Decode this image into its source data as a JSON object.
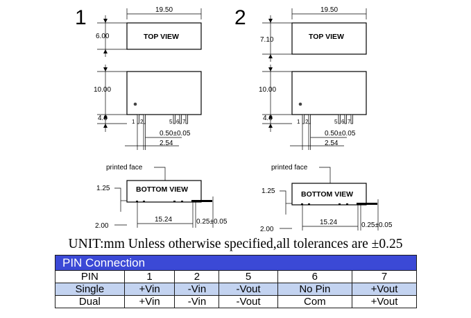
{
  "views": [
    {
      "number": "1",
      "top_width": "19.50",
      "top_height": "6.00",
      "top_label": "TOP VIEW",
      "body_height": "10.00",
      "pin_length": "4.0",
      "pin_labels": [
        "1",
        "2",
        "5",
        "6",
        "7"
      ],
      "pin_width": "0.50±0.05",
      "pin_pitch": "2.54",
      "printed_face": "printed face",
      "bottom_label": "BOTTOM VIEW",
      "bottom_offset": "1.25",
      "bottom_height": "2.00",
      "bottom_span": "15.24",
      "bottom_thickness": "0.25±0.05"
    },
    {
      "number": "2",
      "top_width": "19.50",
      "top_height": "7.10",
      "top_label": "TOP VIEW",
      "body_height": "10.00",
      "pin_length": "4.0",
      "pin_labels": [
        "1",
        "2",
        "5",
        "6",
        "7"
      ],
      "pin_width": "0.50±0.05",
      "pin_pitch": "2.54",
      "printed_face": "printed face",
      "bottom_label": "BOTTOM VIEW",
      "bottom_offset": "1.25",
      "bottom_height": "2.00",
      "bottom_span": "15.24",
      "bottom_thickness": "0.25±0.05"
    }
  ],
  "unit_note": "UNIT:mm Unless otherwise specified,all tolerances are ±0.25",
  "pin_table": {
    "title": "PIN Connection",
    "header": [
      "PIN",
      "1",
      "2",
      "5",
      "6",
      "7"
    ],
    "rows": [
      {
        "name": "Single",
        "cells": [
          "+Vin",
          "-Vin",
          "-Vout",
          "No Pin",
          "+Vout"
        ]
      },
      {
        "name": "Dual",
        "cells": [
          "+Vin",
          "-Vin",
          "-Vout",
          "Com",
          "+Vout"
        ]
      }
    ],
    "colors": {
      "title_bg": "#3b49d6",
      "single_row_bg": "#c3d3f0"
    }
  }
}
